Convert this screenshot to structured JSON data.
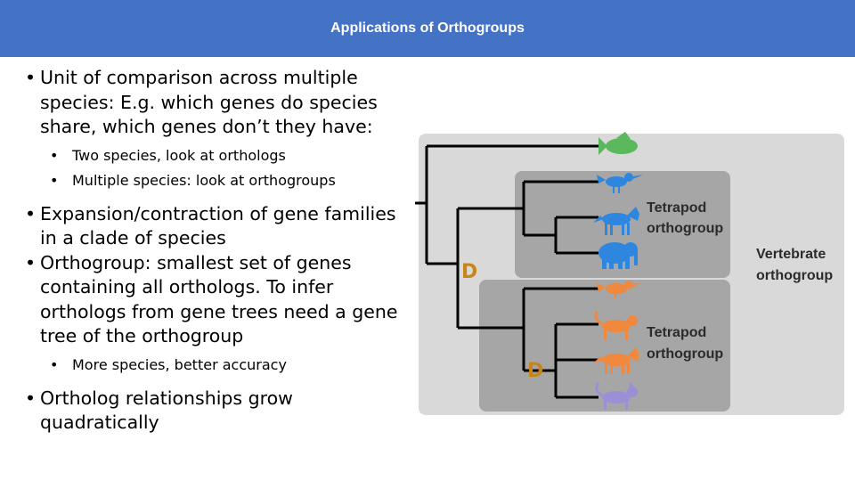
{
  "header": {
    "title": "Applications of Orthogroups",
    "background": "#4472c4"
  },
  "bullets": {
    "b1": "Unit of comparison across multiple species: E.g. which genes do species share, which genes don’t they have:",
    "b1_sub": [
      "Two species, look at orthologs",
      "Multiple species: look at orthogroups"
    ],
    "b2": "Expansion/contraction of gene families in a clade of species",
    "b3": "Orthogroup: smallest set of genes containing all orthologs. To infer orthologs from gene trees need a gene tree of the orthogroup",
    "b3_sub": [
      "More species, better accuracy"
    ],
    "b4": "Ortholog relationships grow quadratically"
  },
  "figure": {
    "vertebrate_label": [
      "Vertebrate",
      "orthogroup"
    ],
    "tetrapod_label_1": [
      "Tetrapod",
      "orthogroup"
    ],
    "tetrapod_label_2": [
      "Tetrapod",
      "orthogroup"
    ],
    "duplication_marker": "D",
    "colors": {
      "outer_box": "#d9d9d9",
      "inner_box": "#a6a6a6",
      "fish": "#5cb85c",
      "tetrapod_group_1": "#2e86de",
      "tetrapod_group_2": "#f0883e",
      "last_species_group_2": "#9b8fd6",
      "duplication": "#c8861a"
    },
    "species_icons": [
      "fish-icon",
      "bird-icon",
      "wolf-icon",
      "elephant-icon",
      "bird-icon",
      "monkey-icon",
      "wolf-icon",
      "elephant-icon",
      "cat-icon"
    ]
  }
}
